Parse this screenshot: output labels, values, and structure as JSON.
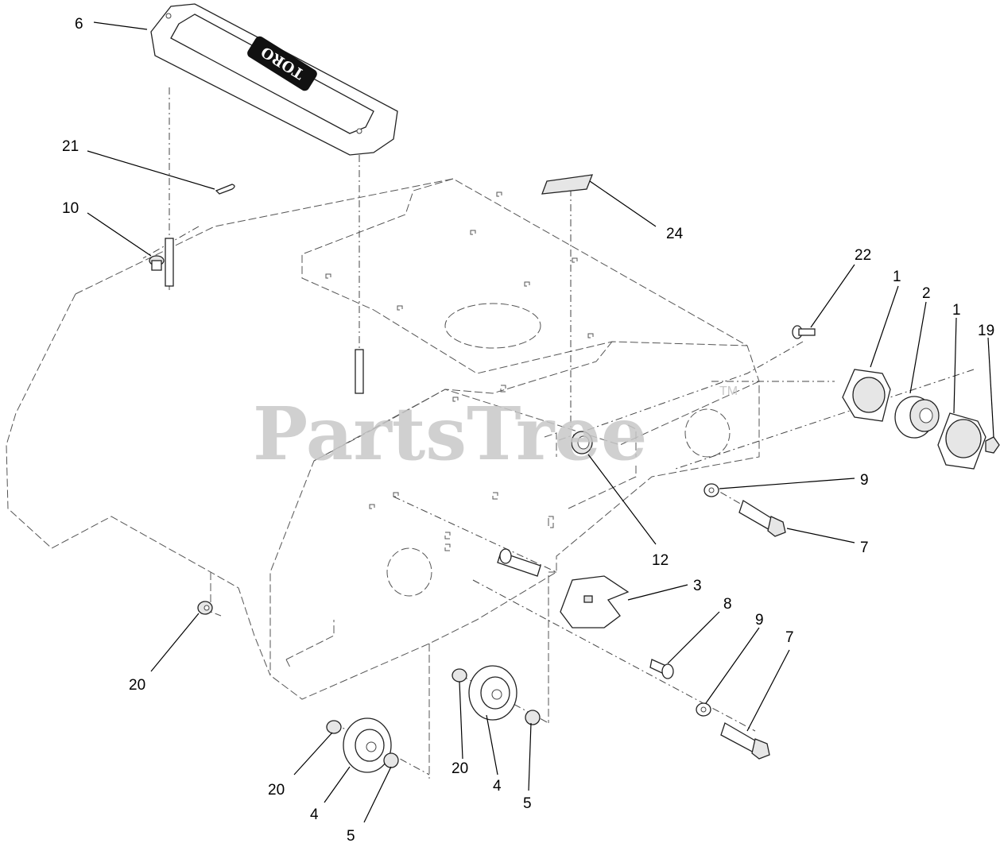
{
  "watermark": {
    "text": "PartsTree",
    "trademark": "TM"
  },
  "decal_logo": "TORO",
  "callouts": [
    {
      "label": "6"
    },
    {
      "label": "21"
    },
    {
      "label": "10"
    },
    {
      "label": "24"
    },
    {
      "label": "22"
    },
    {
      "label": "1"
    },
    {
      "label": "2"
    },
    {
      "label": "1"
    },
    {
      "label": "19"
    },
    {
      "label": "9"
    },
    {
      "label": "7"
    },
    {
      "label": "12"
    },
    {
      "label": "3"
    },
    {
      "label": "8"
    },
    {
      "label": "9"
    },
    {
      "label": "7"
    },
    {
      "label": "20"
    },
    {
      "label": "20"
    },
    {
      "label": "4"
    },
    {
      "label": "5"
    },
    {
      "label": "20"
    },
    {
      "label": "4"
    },
    {
      "label": "5"
    }
  ]
}
